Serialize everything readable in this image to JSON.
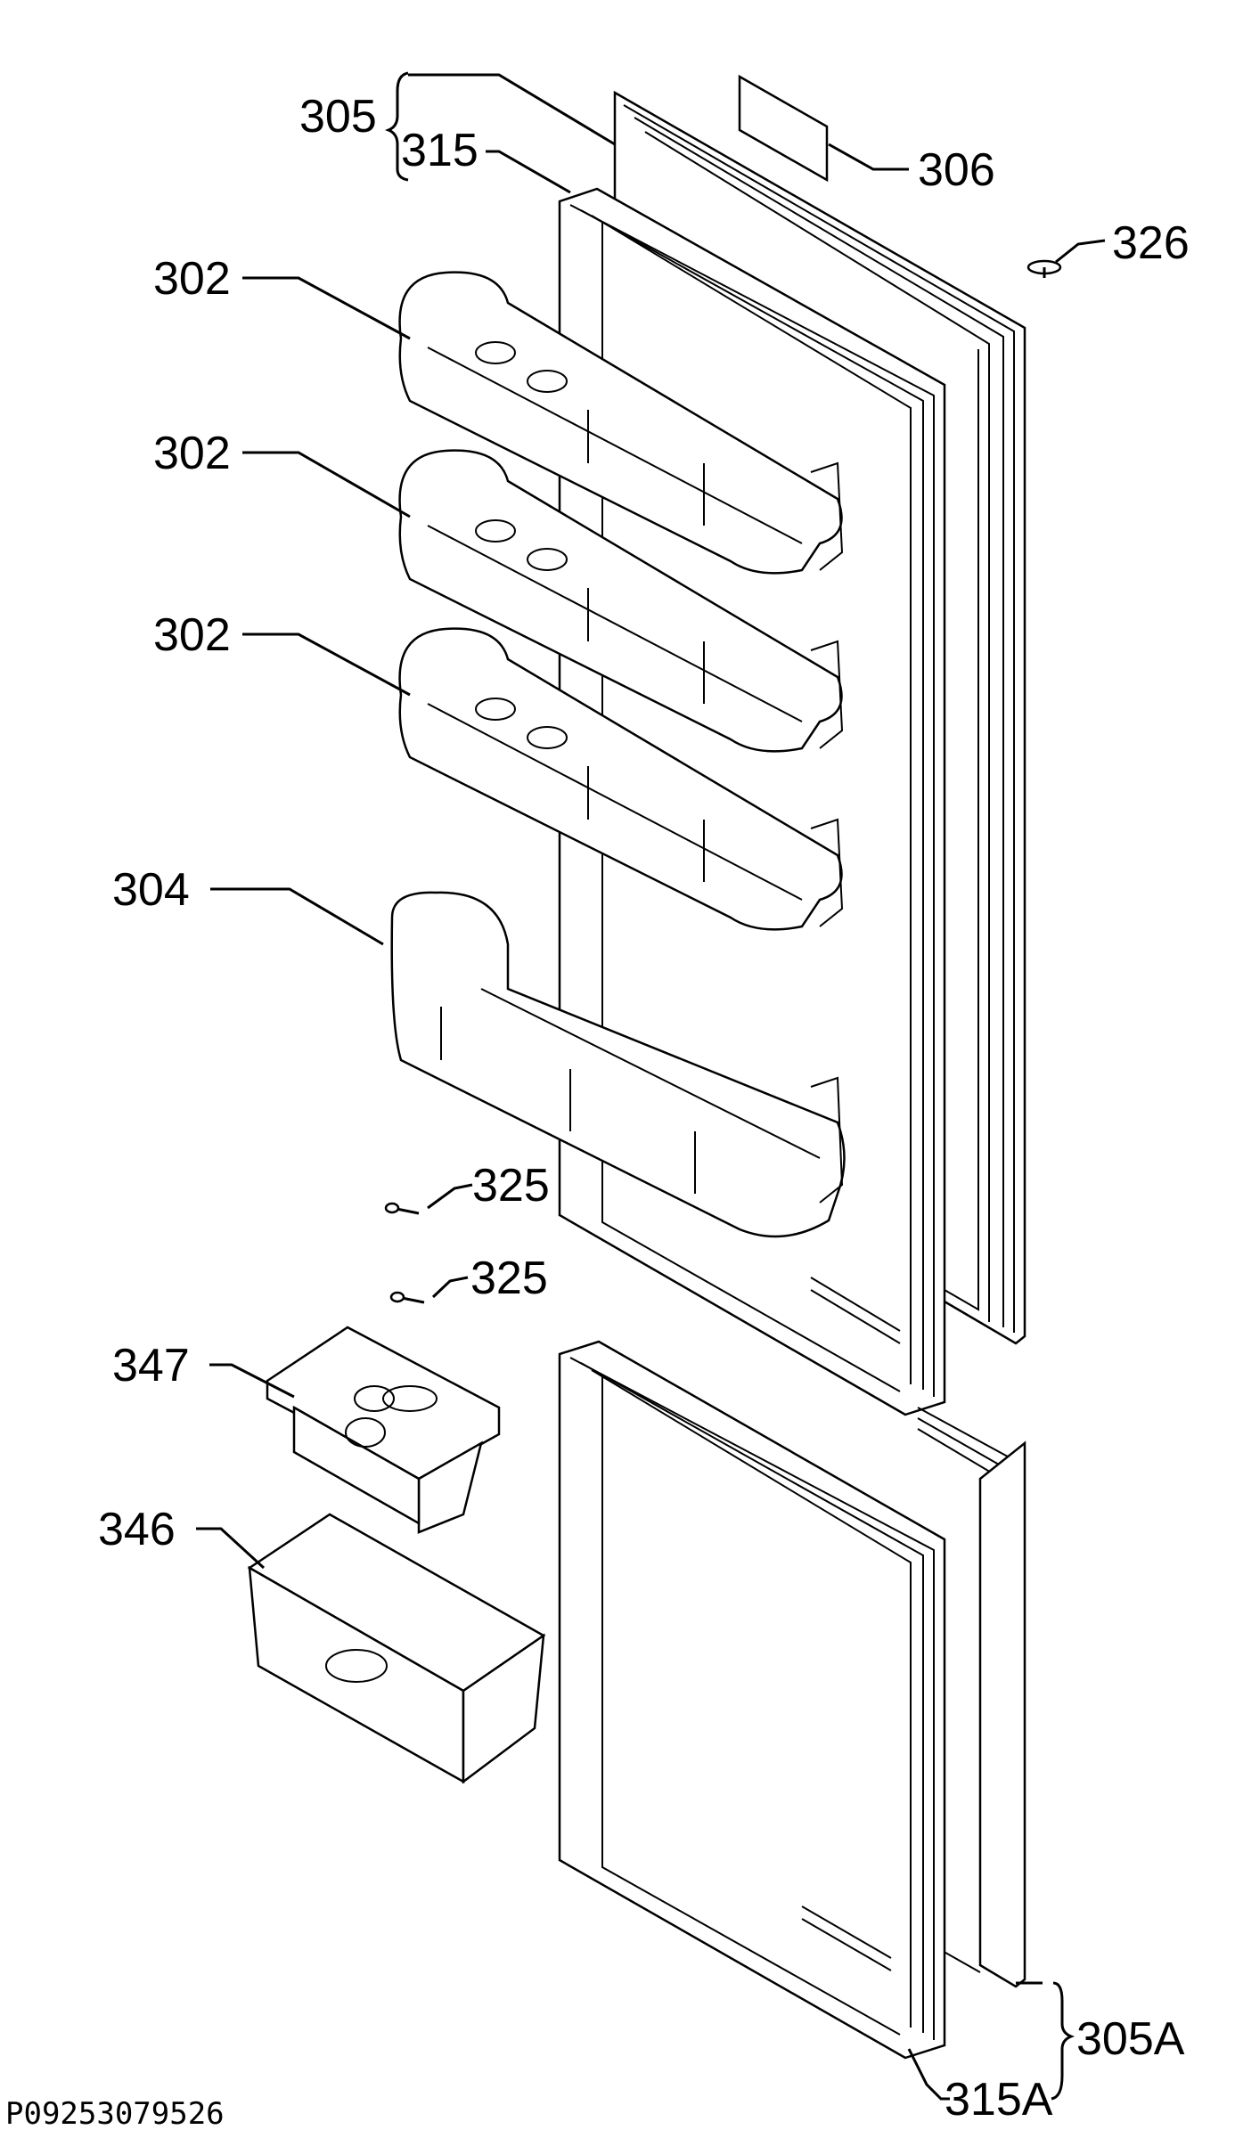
{
  "labels": {
    "l305": "305",
    "l315": "315",
    "l306": "306",
    "l326": "326",
    "l302a": "302",
    "l302b": "302",
    "l302c": "302",
    "l304": "304",
    "l325a": "325",
    "l325b": "325",
    "l347": "347",
    "l346": "346",
    "l315A": "315A",
    "l305A": "305A"
  },
  "footer": {
    "code": "P09253079526"
  }
}
